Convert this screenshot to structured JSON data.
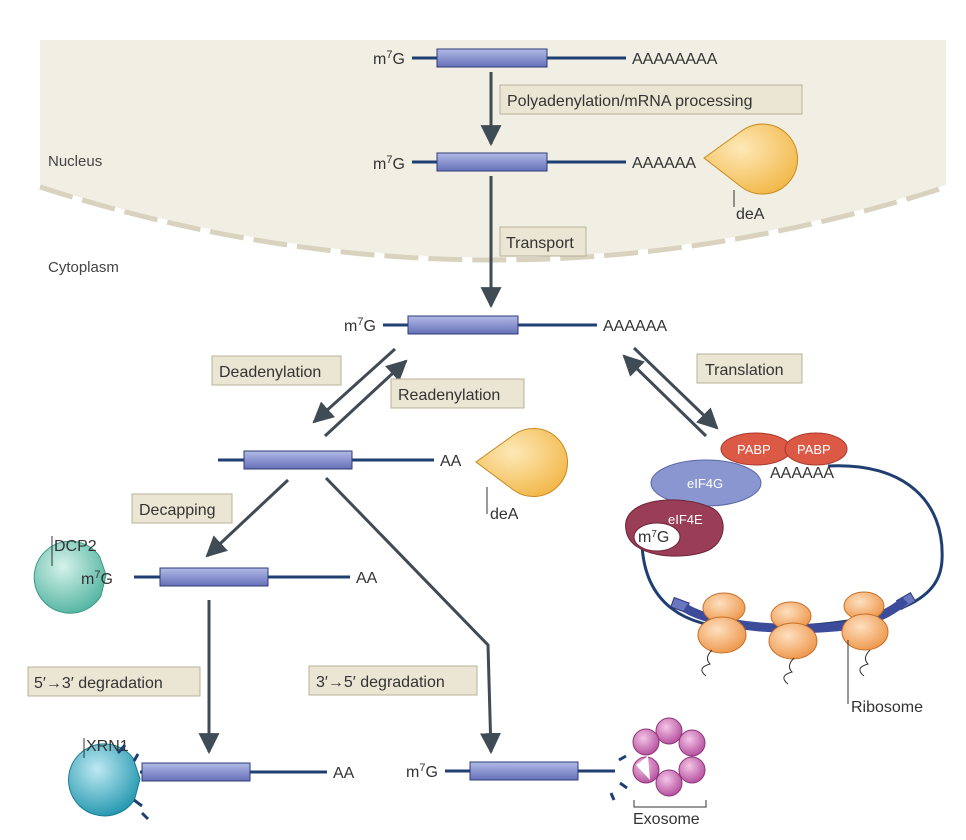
{
  "regions": {
    "nucleus": "Nucleus",
    "cytoplasm": "Cytoplasm"
  },
  "cap": {
    "m7g_base": "m",
    "m7g_sup": "7",
    "m7g_tail": "G"
  },
  "tails": {
    "top": "AAAAAAAA",
    "nuclear": "AAAAAA",
    "cytoplasmic": "AAAAAA",
    "deadenylated": "AA",
    "decapped": "AA",
    "xrn1": "AA",
    "translation": "AAAAAA"
  },
  "steps": {
    "processing": "Polyadenylation/mRNA processing",
    "transport": "Transport",
    "deadenylation": "Deadenylation",
    "readenylation": "Readenylation",
    "translation": "Translation",
    "decapping": "Decapping",
    "deg53": "5′→3′ degradation",
    "deg35": "3′→5′ degradation"
  },
  "proteins": {
    "dea_nuclear": "deA",
    "dea_cyto": "deA",
    "dcp2": "DCP2",
    "xrn1": "XRN1",
    "pabp1": "PABP",
    "pabp2": "PABP",
    "eif4g": "eIF4G",
    "eif4e": "eIF4E",
    "ribosome": "Ribosome",
    "exosome": "Exosome"
  },
  "colors": {
    "orf": "#7b86c4",
    "mrna_line": "#1f3f73",
    "arrow": "#3f4b55",
    "label_box": "#ebe6d3",
    "nucleus": "#f1eee3",
    "dea": "#f2b84a",
    "dcp2": "#5fc0ac",
    "xrn1": "#2eaac0",
    "pabp": "#dc5a45",
    "eif4g": "#8a96cf",
    "eif4e": "#9a3d57",
    "ribosome": "#f2a055",
    "exosome": "#c15aa8"
  }
}
